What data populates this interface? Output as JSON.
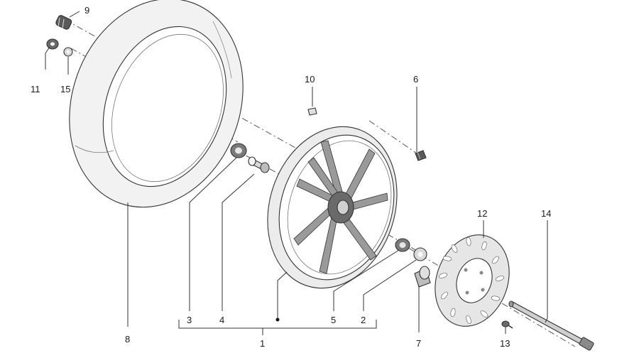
{
  "callouts": {
    "c1": "1",
    "c2": "2",
    "c3": "3",
    "c4": "4",
    "c5": "5",
    "c6": "6",
    "c7": "7",
    "c8": "8",
    "c9": "9",
    "c10": "10",
    "c11": "11",
    "c12": "12",
    "c13": "13",
    "c14": "14",
    "c15": "15"
  },
  "colors": {
    "line": "#333333",
    "tyre_fill": "#f2f2f2",
    "rim_fill": "#ececec",
    "spoke_fill": "#9a9a9a",
    "dark_part": "#5a5a5a",
    "light_part": "#d9d9d9"
  },
  "icons": {
    "tyre": "tyre-icon",
    "rim": "wheel-rim-icon",
    "disc": "brake-disc-icon",
    "axle": "axle-icon"
  }
}
